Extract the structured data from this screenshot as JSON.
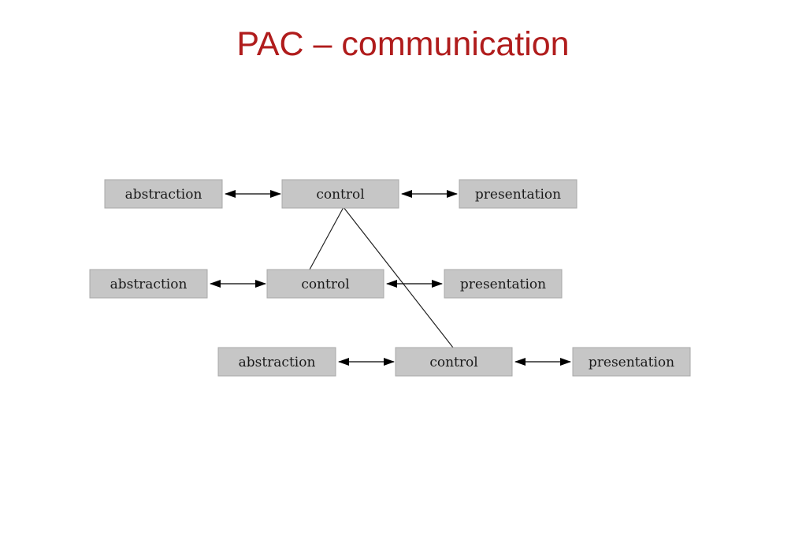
{
  "slide": {
    "title": "PAC – communication"
  },
  "diagram": {
    "rows": [
      {
        "abstraction": "abstraction",
        "control": "control",
        "presentation": "presentation"
      },
      {
        "abstraction": "abstraction",
        "control": "control",
        "presentation": "presentation"
      },
      {
        "abstraction": "abstraction",
        "control": "control",
        "presentation": "presentation"
      }
    ],
    "colors": {
      "title": "#b01c1c",
      "box_fill": "#c6c6c6",
      "box_stroke": "#a8a8a8",
      "line": "#000000"
    }
  }
}
